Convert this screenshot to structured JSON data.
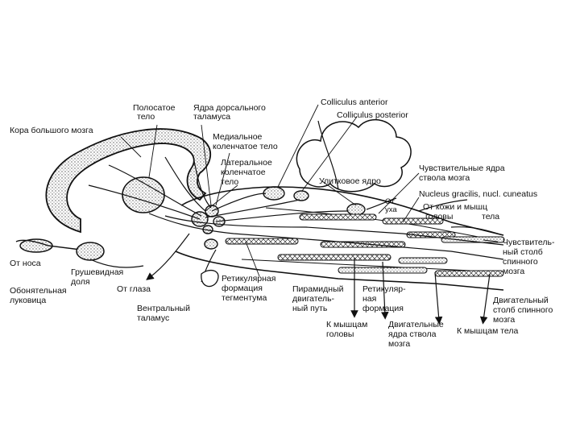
{
  "labels": {
    "cortex": "Кора большого мозга",
    "striatum_1": "Полосатое",
    "striatum_2": "тело",
    "dorsal_thal_1": "Ядра дорсального",
    "dorsal_thal_2": "таламуса",
    "colliculus_ant": "Colliculus anterior",
    "colliculus_post": "Colliculus posterior",
    "medial_gen_1": "Медиальное",
    "medial_gen_2": "коленчатое тело",
    "lateral_gen_1": "Латеральное",
    "lateral_gen_2": "коленчатое",
    "lateral_gen_3": "тело",
    "cochlear": "Улитковое ядро",
    "brainstem_sens_1": "Чувствительные ядра",
    "brainstem_sens_2": "ствола мозга",
    "nucleus_gracilis": "Nucleus gracilis, nucl. cuneatus",
    "from_ear_1": "От",
    "from_ear_2": "уха",
    "skin_muscle_1": "От кожи и мышц",
    "skin_muscle_head": "головы",
    "skin_muscle_body": "тела",
    "spinal_sens_1": "Чувствитель-",
    "spinal_sens_2": "ный столб",
    "spinal_sens_3": "спинного",
    "spinal_sens_4": "мозга",
    "from_nose": "От носа",
    "olf_bulb_1": "Обонятельная",
    "olf_bulb_2": "луковица",
    "piriform_1": "Грушевидная",
    "piriform_2": "доля",
    "from_eye": "От глаза",
    "ventral_thal_1": "Вентральный",
    "ventral_thal_2": "таламус",
    "ret_teg_1": "Ретикулярная",
    "ret_teg_2": "формация",
    "ret_teg_3": "тегментума",
    "pyramidal_1": "Пирамидный",
    "pyramidal_2": "двигатель-",
    "pyramidal_3": "ный путь",
    "ret_form_1": "Ретикуляр-",
    "ret_form_2": "ная",
    "ret_form_3": "формация",
    "head_muscles_1": "К мышцам",
    "head_muscles_2": "головы",
    "motor_nuclei_1": "Двигательные",
    "motor_nuclei_2": "ядра ствола",
    "motor_nuclei_3": "мозга",
    "body_muscles": "К мышцам тела",
    "spinal_motor_1": "Двигательный",
    "spinal_motor_2": "столб спинного",
    "spinal_motor_3": "мозга"
  },
  "colors": {
    "ink": "#111111",
    "stipple": "#8a8a8a",
    "background": "#ffffff"
  }
}
